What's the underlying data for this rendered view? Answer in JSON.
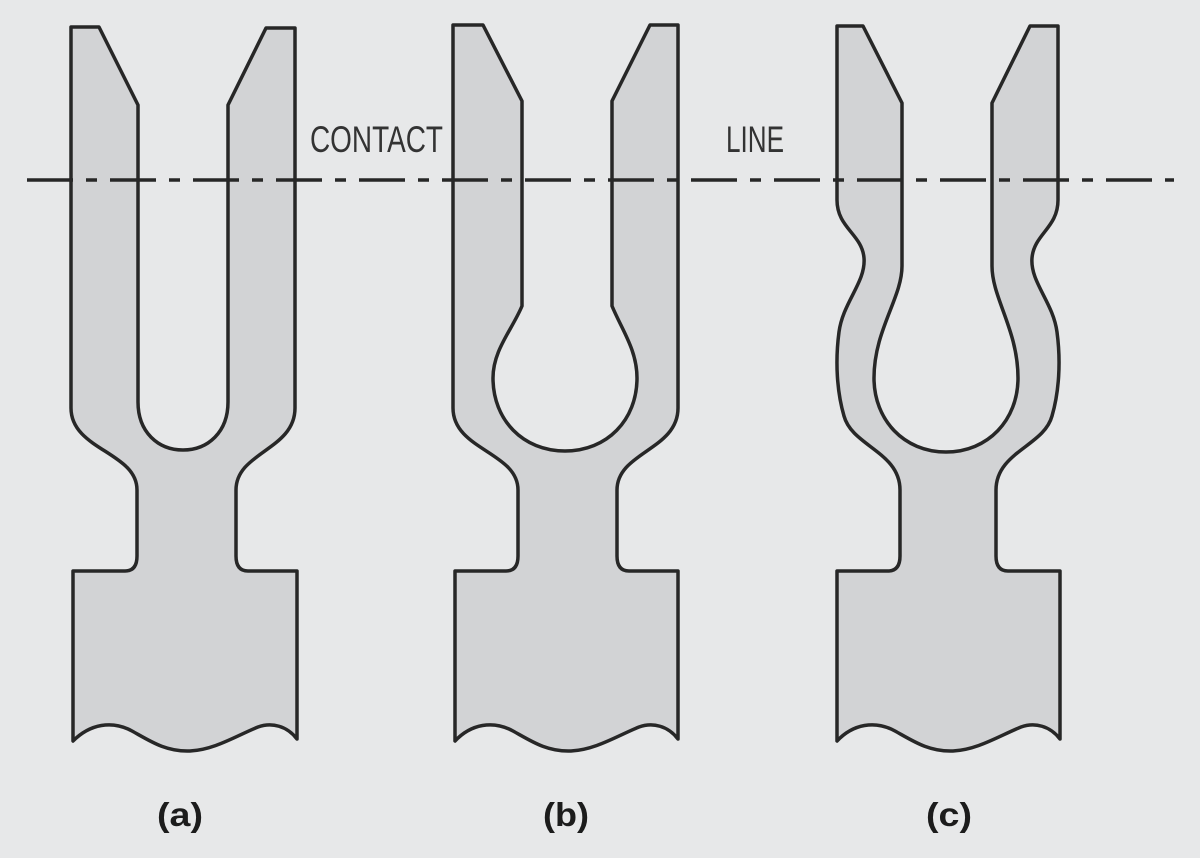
{
  "figure": {
    "description": "Three tuning-fork contact blank profiles crossed by a contact line",
    "contact_line": {
      "label_before": "CONTACT",
      "label_after": "LINE"
    },
    "panels": [
      {
        "label": "(a)"
      },
      {
        "label": "(b)"
      },
      {
        "label": "(c)"
      }
    ],
    "colors": {
      "background": "#e7e8e9",
      "part_fill": "#d2d3d5",
      "outline": "#272727",
      "text": "#333333"
    }
  }
}
